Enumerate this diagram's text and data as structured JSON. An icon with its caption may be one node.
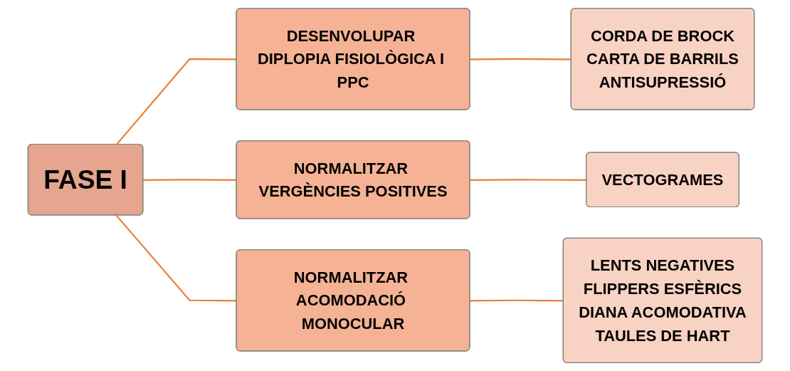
{
  "diagram": {
    "nodes": [
      {
        "text": [
          "FASE I"
        ]
      },
      {
        "text": [
          "DESENVOLUPAR DIPLOPIA FISIOLÒGICA I PPC"
        ]
      },
      {
        "text": [
          "CORDA DE BROCK",
          "CARTA DE BARRILS",
          "ANTISUPRESSIÓ"
        ]
      },
      {
        "text": [
          "NORMALITZAR VERGÈNCIES POSITIVES"
        ]
      },
      {
        "text": [
          "VECTOGRAMES"
        ]
      },
      {
        "text": [
          "NORMALITZAR ACOMODACIÓ MONOCULAR"
        ]
      },
      {
        "text": [
          "LENTS NEGATIVES",
          "FLIPPERS ESFÈRICS",
          "DIANA ACOMODATIVA",
          "TAULES DE HART"
        ]
      }
    ],
    "edges": [
      {
        "from": 0,
        "to": 1,
        "arrow": "none"
      },
      {
        "from": 1,
        "to": 2,
        "arrow": "none"
      },
      {
        "from": 0,
        "to": 3,
        "arrow": "none"
      },
      {
        "from": 3,
        "to": 4,
        "arrow": "none"
      },
      {
        "from": 0,
        "to": 5,
        "arrow": "none"
      },
      {
        "from": 5,
        "to": 6,
        "arrow": "none"
      }
    ]
  }
}
